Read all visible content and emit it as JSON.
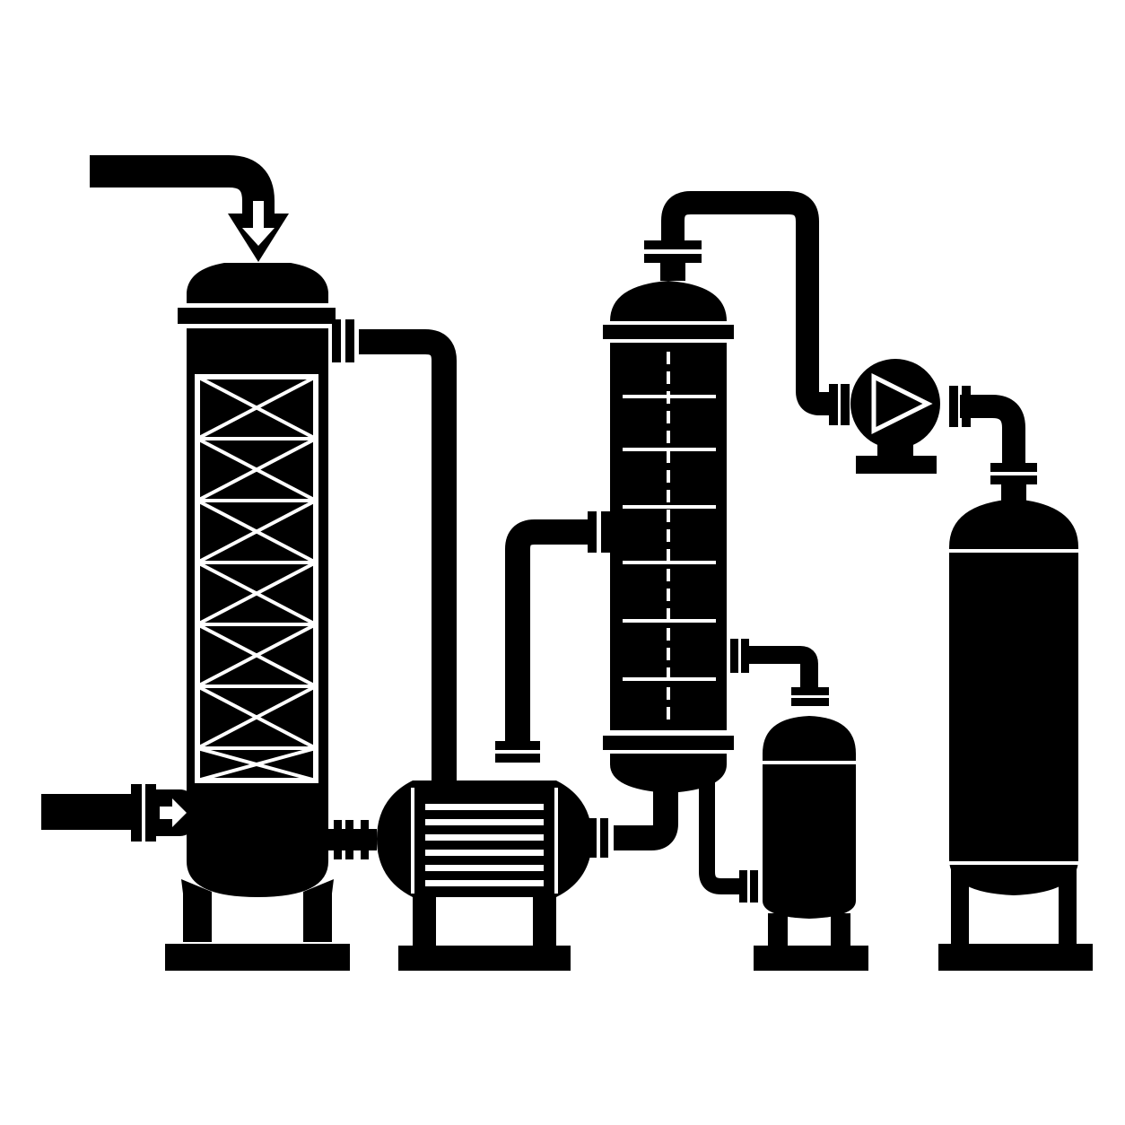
{
  "diagram": {
    "colors": {
      "ink": "#000000",
      "paper": "#ffffff"
    },
    "equipment": [
      {
        "id": "packed-column",
        "icon": "packed-column-icon"
      },
      {
        "id": "heat-exchanger",
        "icon": "heat-exchanger-icon"
      },
      {
        "id": "tray-column",
        "icon": "tray-column-icon"
      },
      {
        "id": "reflux-drum",
        "icon": "drum-icon"
      },
      {
        "id": "pump",
        "icon": "pump-icon"
      },
      {
        "id": "storage-tank",
        "icon": "tank-icon"
      }
    ],
    "flow_arrows": [
      {
        "id": "top-feed",
        "direction": "down"
      },
      {
        "id": "side-feed",
        "direction": "right"
      }
    ]
  }
}
